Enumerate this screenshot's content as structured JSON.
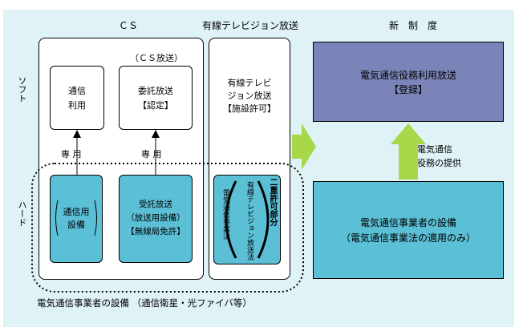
{
  "headers": {
    "cs": "ＣＳ",
    "cable": "有線テレビジョン放送",
    "new_system": "新　制　度"
  },
  "side_labels": {
    "soft": "ソフト",
    "hard": "ハード"
  },
  "cs_broadcast_label": "（ＣＳ放送）",
  "boxes": {
    "comm_use": {
      "line1": "通信",
      "line2": "利用"
    },
    "consign": {
      "line1": "委託放送",
      "line2": "【認定】"
    },
    "cable_soft": {
      "line1": "有線テレビ",
      "line2": "ジョン放送",
      "line3": "【施設許可】"
    },
    "comm_equip": {
      "line1": "通信用",
      "line2": "設備"
    },
    "receive": {
      "line1": "受託放送",
      "line2": "（放送用設備）",
      "line3": "【無線局免許】"
    },
    "service_use": {
      "line1": "電気通信役務利用放送",
      "line2": "【登録】"
    },
    "carrier_equip": {
      "line1": "電気通信事業者の設備",
      "line2": "（電気通信事業法の適用のみ）"
    }
  },
  "cable_hard": {
    "col1": "電気通信事業法",
    "col2": "有線テレビジョン放送法",
    "col3": "二重許可部分"
  },
  "exclusive_label": "専 用",
  "provision_label": {
    "line1": "電気通信",
    "line2": "役務の提供"
  },
  "bottom_caption": "電気通信事業者の設備 （通信衛星・光ファイバ等）",
  "colors": {
    "background": "#dff2f6",
    "teal": "#5bbfd6",
    "navy": "#7b84b8",
    "arrow_green": "#a6d84a"
  }
}
